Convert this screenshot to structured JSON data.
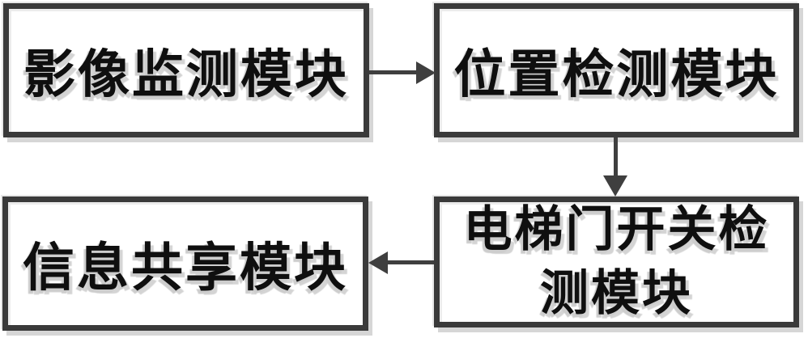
{
  "diagram": {
    "type": "flowchart",
    "nodes": [
      {
        "id": "image-monitoring-module",
        "label": "影像监测模块"
      },
      {
        "id": "position-detection-module",
        "label": "位置检测模块"
      },
      {
        "id": "elevator-door-switch-detection-module",
        "label": "电梯门开关检测模块",
        "line1": "电梯门开关检",
        "line2": "测模块"
      },
      {
        "id": "information-sharing-module",
        "label": "信息共享模块"
      }
    ],
    "arrows": [
      {
        "from": "image-monitoring-module",
        "to": "position-detection-module",
        "direction": "right"
      },
      {
        "from": "position-detection-module",
        "to": "elevator-door-switch-detection-module",
        "direction": "down"
      },
      {
        "from": "elevator-door-switch-detection-module",
        "to": "information-sharing-module",
        "direction": "left"
      }
    ],
    "colors": {
      "box_border": "#3a3a3a",
      "text": "#0f0f0f",
      "scan_shadow": "#cdcdcd",
      "arrow": "#3f3f3f",
      "background": "#ffffff"
    }
  }
}
